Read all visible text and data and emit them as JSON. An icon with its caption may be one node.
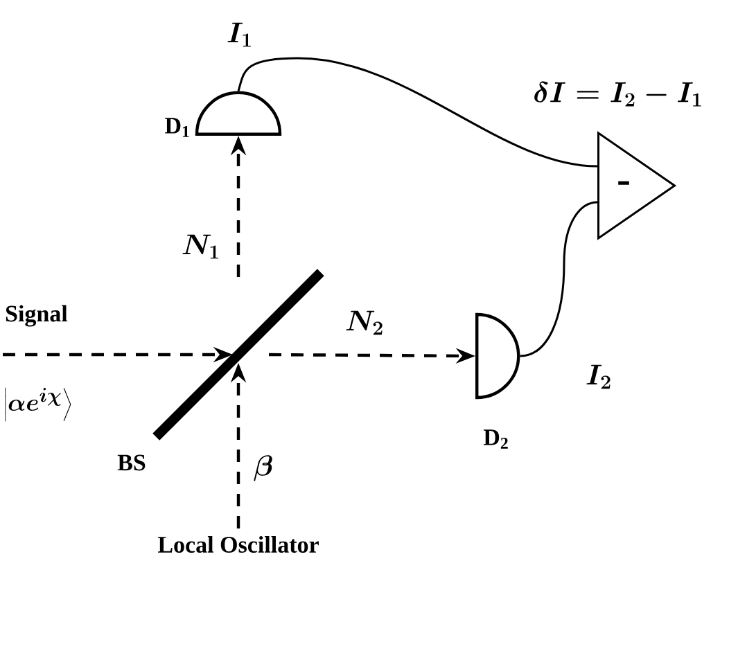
{
  "diagram": {
    "nodes": [
      {
        "text": [
          "D$_{1}$"
        ]
      },
      {
        "text": [
          "D$_{2}$"
        ]
      },
      {
        "text": [
          "-"
        ]
      },
      {
        "text": [
          "BS"
        ]
      },
      {
        "text": [
          "Local Oscillator"
        ]
      }
    ],
    "edges": [
      {
        "from": null,
        "to": 3,
        "arrow": "to",
        "style": "dashed"
      },
      {
        "from": 4,
        "to": 3,
        "arrow": "to",
        "style": "dashed",
        "label": "\\beta"
      },
      {
        "from": 3,
        "to": 0,
        "arrow": "to",
        "style": "dashed",
        "label": "N_1"
      },
      {
        "from": 3,
        "to": 1,
        "arrow": "to",
        "style": "dashed",
        "label": "N_2"
      },
      {
        "from": 0,
        "to": 2,
        "arrow": "none",
        "label": "I_1"
      },
      {
        "from": 1,
        "to": 2,
        "arrow": "none",
        "label": "I_2"
      }
    ],
    "labels": [
      "\\delta I = I_2 - I_1",
      "Signal",
      "\\left|\\alpha e^{i\\chi}\\right\\rangle"
    ]
  }
}
